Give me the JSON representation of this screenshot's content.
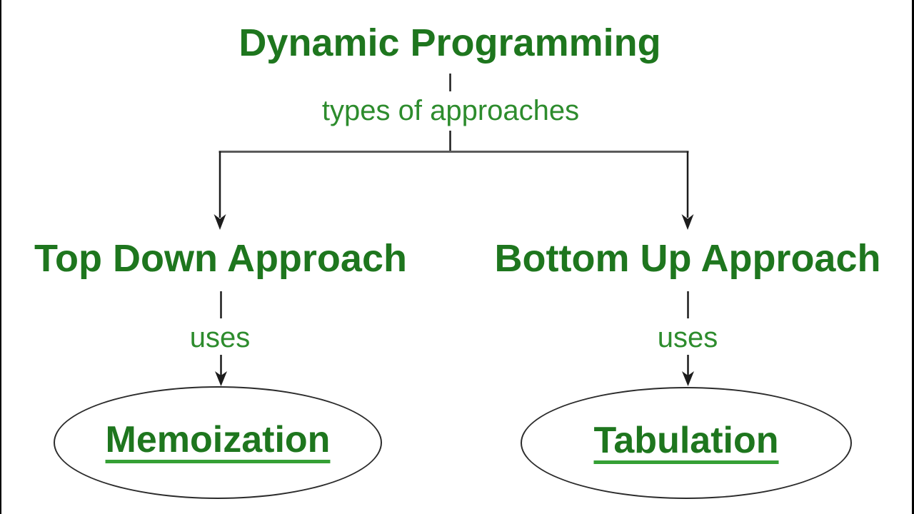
{
  "diagram": {
    "title": "Dynamic Programming",
    "root_edge_label": "types of approaches",
    "branches": [
      {
        "heading": "Top Down Approach",
        "edge_label": "uses",
        "result": "Memoization"
      },
      {
        "heading": "Bottom Up Approach",
        "edge_label": "uses",
        "result": "Tabulation"
      }
    ]
  },
  "colors": {
    "heading_green": "#1e761e",
    "label_green": "#2d8c2d",
    "underline_green": "#35a035",
    "line_black": "#1c1c1c",
    "line_gray": "#5a5a5a",
    "ellipse_border": "#2b2b2b",
    "background": "#ffffff",
    "letterbox_black": "#000000"
  }
}
